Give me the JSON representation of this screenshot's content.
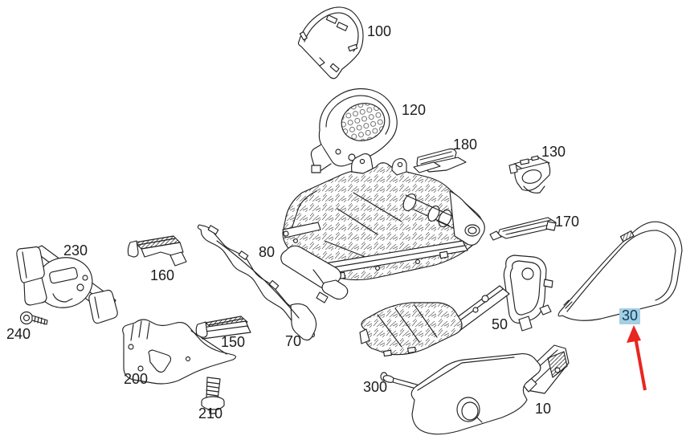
{
  "diagram": {
    "parts": [
      {
        "label": "100"
      },
      {
        "label": "120"
      },
      {
        "label": "180"
      },
      {
        "label": "130"
      },
      {
        "label": "170"
      },
      {
        "label": "230"
      },
      {
        "label": "160"
      },
      {
        "label": "80"
      },
      {
        "label": "70"
      },
      {
        "label": "150"
      },
      {
        "label": "240"
      },
      {
        "label": "200"
      },
      {
        "label": "210"
      },
      {
        "label": "300"
      },
      {
        "label": "50"
      },
      {
        "label": "10"
      },
      {
        "label": "30",
        "highlighted": true
      }
    ],
    "highlighted_callout": "30",
    "arrow": {
      "points_to": "30",
      "color": "#e8251f"
    },
    "colors": {
      "background": "#ffffff",
      "line_art": "#222222",
      "highlight_background": "#a5cfe4",
      "highlight_text": "#0e3d5c",
      "arrow_red": "#e8251f"
    }
  }
}
